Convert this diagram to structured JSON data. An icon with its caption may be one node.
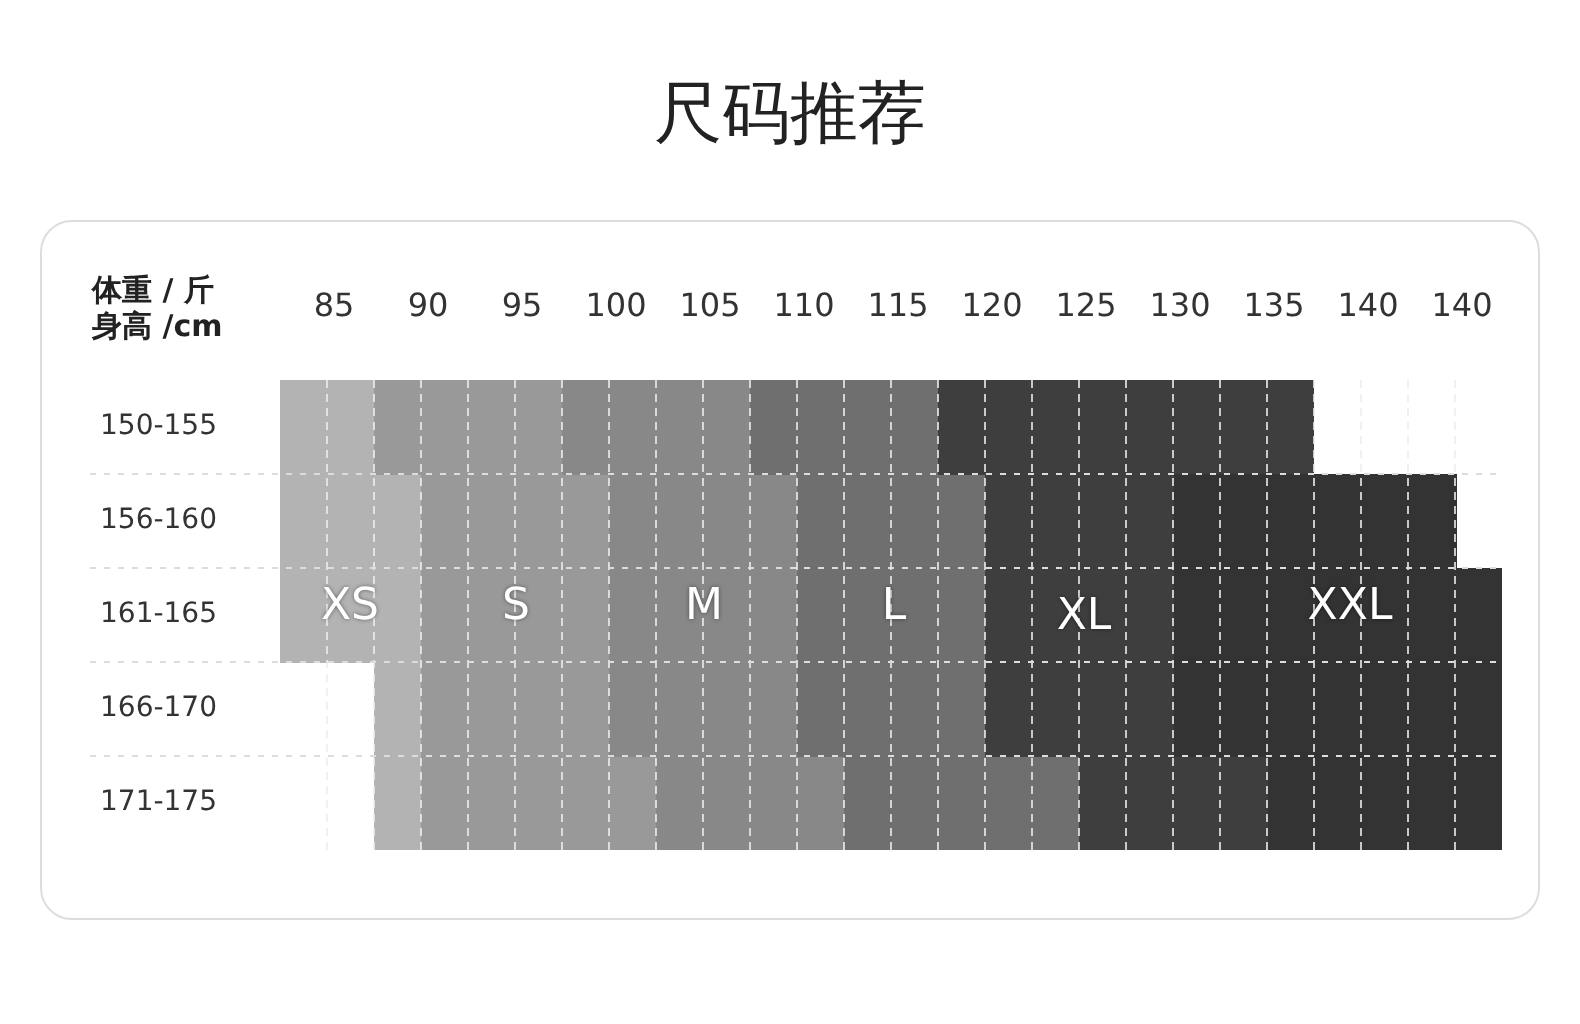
{
  "diagram": {
    "title": "尺码推荐",
    "nodes": [
      {
        "text": [
          "XS"
        ]
      },
      {
        "text": [
          "S"
        ]
      },
      {
        "text": [
          "M"
        ]
      },
      {
        "text": [
          "L"
        ]
      },
      {
        "text": [
          "XL"
        ]
      },
      {
        "text": [
          "XXL"
        ]
      }
    ],
    "labels": [
      "体重 / 斤",
      "身高 /cm",
      "85",
      "90",
      "95",
      "100",
      "105",
      "110",
      "115",
      "120",
      "125",
      "130",
      "135",
      "140",
      "140",
      "150-155",
      "156-160",
      "161-165",
      "166-170",
      "171-175"
    ]
  }
}
